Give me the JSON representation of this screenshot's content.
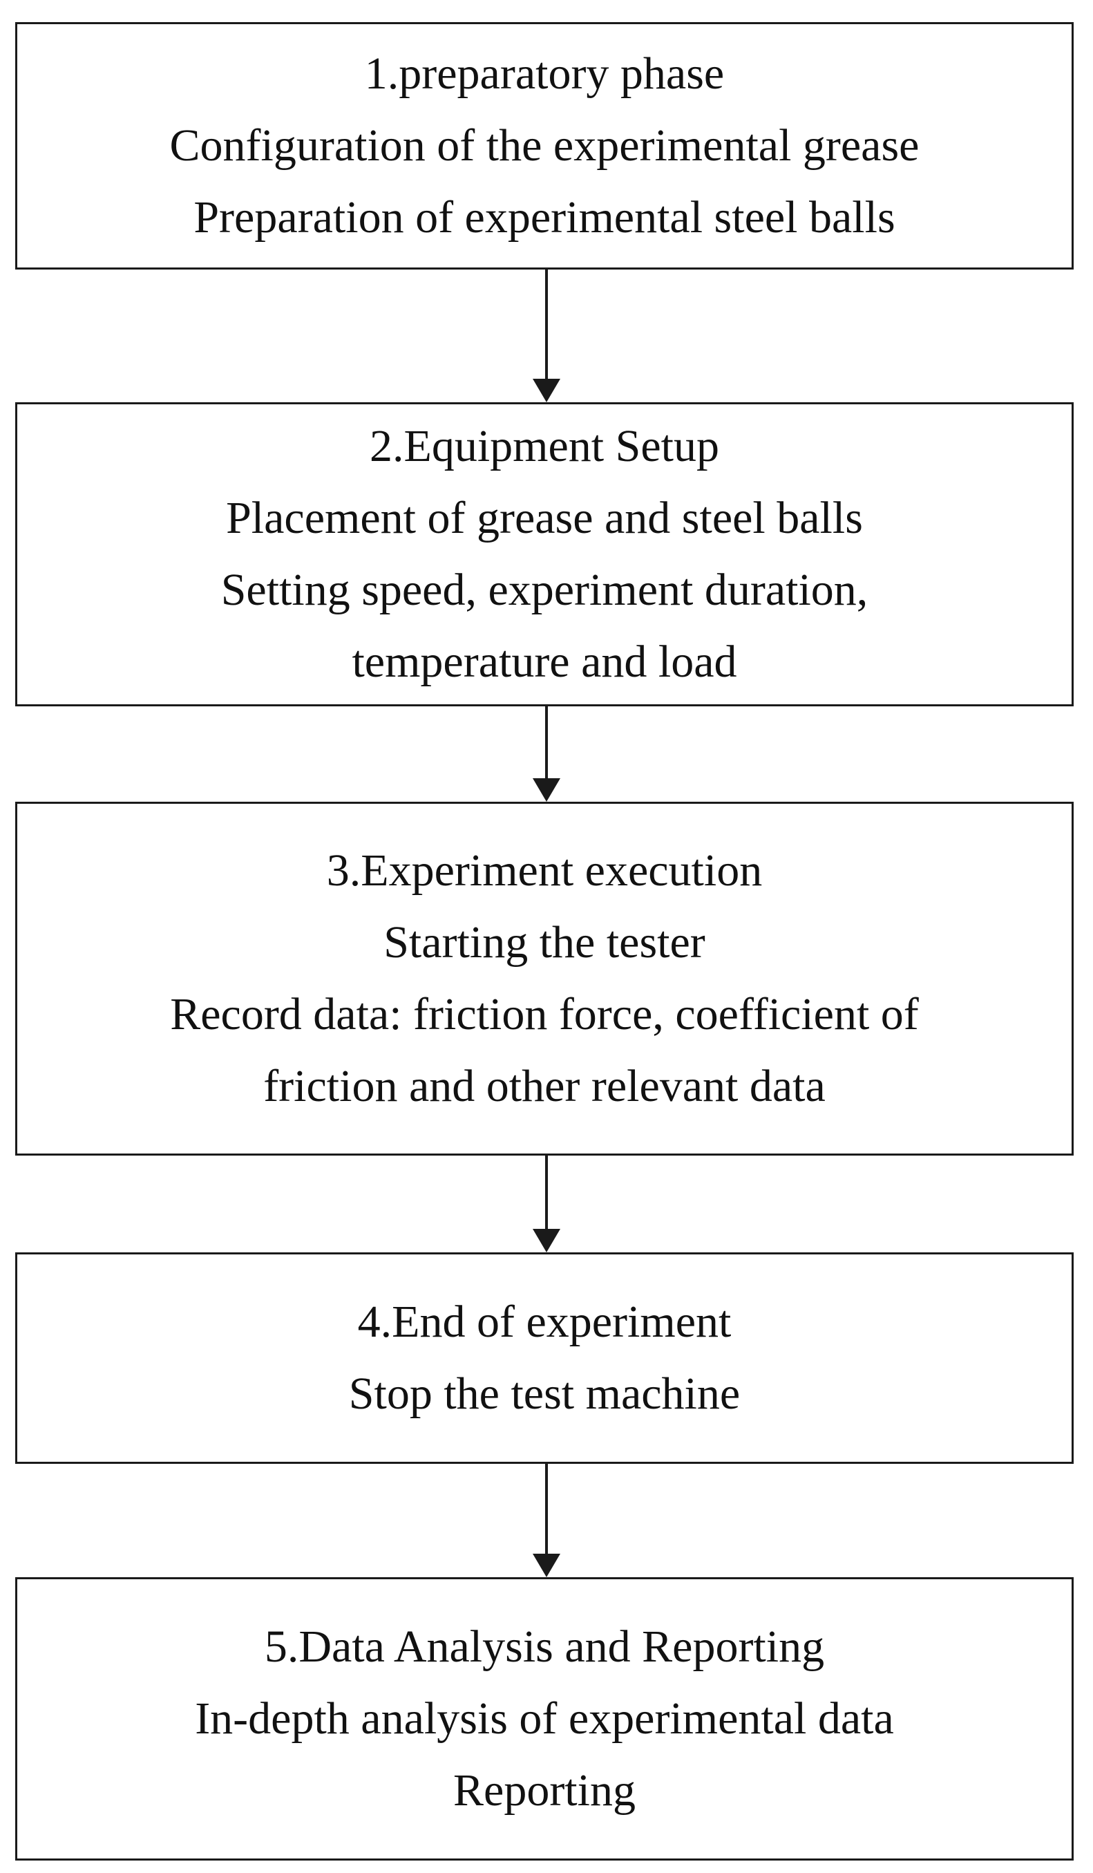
{
  "steps": [
    {
      "lines": [
        "1.preparatory phase",
        "Configuration of the experimental grease",
        "Preparation of experimental steel balls"
      ]
    },
    {
      "lines": [
        "2.Equipment Setup",
        "Placement of grease and steel balls",
        "Setting speed, experiment duration,",
        "temperature and load"
      ]
    },
    {
      "lines": [
        "3.Experiment execution",
        "Starting the tester",
        "Record data: friction force, coefficient of",
        "friction and other relevant data"
      ]
    },
    {
      "lines": [
        "4.End of experiment",
        "Stop the test machine"
      ]
    },
    {
      "lines": [
        "5.Data Analysis and Reporting",
        "In-depth analysis of experimental data",
        "Reporting"
      ]
    }
  ],
  "colors": {
    "border": "#1a1a1a",
    "text": "#111111",
    "background": "#ffffff"
  }
}
